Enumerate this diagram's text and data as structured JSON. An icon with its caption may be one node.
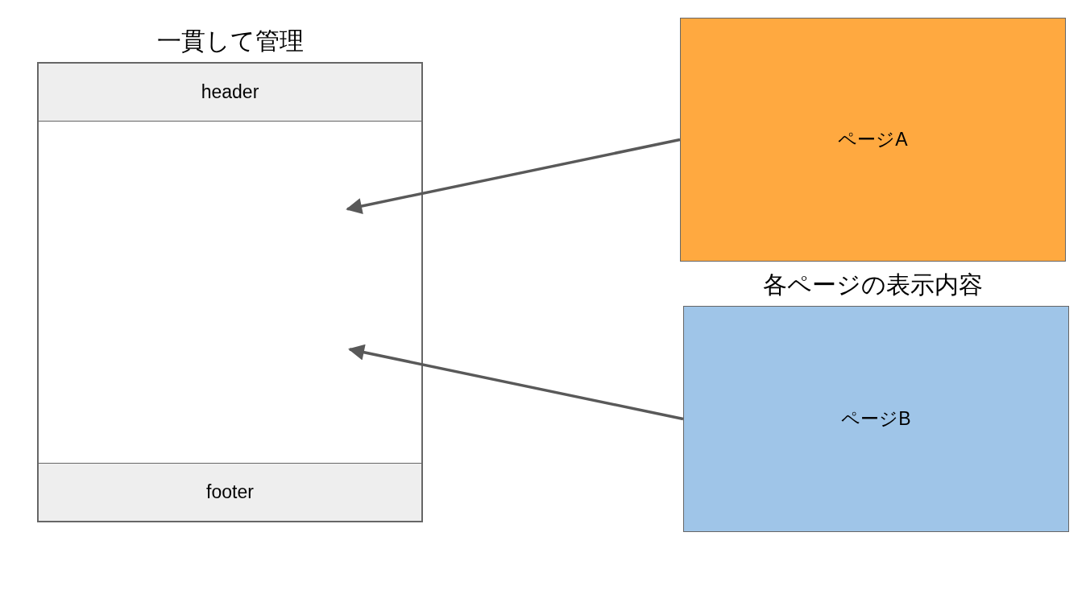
{
  "diagram": {
    "nodes": [
      {
        "text": [
          "一貫して管理"
        ]
      },
      {
        "text": [
          "header"
        ],
        "in": 0
      },
      {
        "text": [],
        "shape": "box",
        "in": 0
      },
      {
        "text": [
          "footer"
        ],
        "in": 0
      },
      {
        "text": [
          "ページA"
        ]
      },
      {
        "text": [
          "ページB"
        ]
      }
    ],
    "edges": [
      {
        "from": 4,
        "to": 2,
        "arrow": "to"
      },
      {
        "from": 5,
        "to": 2,
        "arrow": "to"
      }
    ],
    "labels": [
      "各ページの表示内容"
    ]
  }
}
